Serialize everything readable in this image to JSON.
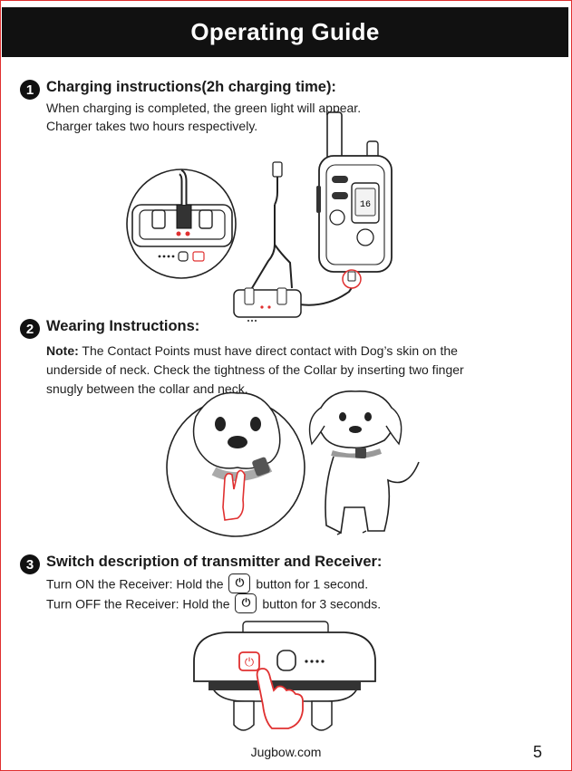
{
  "header": {
    "title": "Operating Guide"
  },
  "section1": {
    "number": "1",
    "heading": "Charging instructions(2h charging time):",
    "lines": [
      "When charging is completed, the green light will appear.",
      "Charger takes two hours respectively."
    ],
    "screen_value": "16"
  },
  "section2": {
    "number": "2",
    "heading": "Wearing Instructions:",
    "note_label": "Note:",
    "line1": " The Contact Points must have direct contact with Dog’s skin on the",
    "line2": "underside of neck. Check the tightness of the Collar by inserting two finger",
    "line3": "snugly between the collar and neck."
  },
  "section3": {
    "number": "3",
    "heading": "Switch description of transmitter and Receiver:",
    "on_before": "Turn ON the Receiver: Hold the",
    "on_after": "button for 1 second.",
    "off_before": "Turn OFF the Receiver: Hold the",
    "off_after": "button for 3 seconds."
  },
  "power_icon": "power-icon",
  "colors": {
    "accent": "#e03030",
    "header_bg": "#111111"
  },
  "footer": {
    "site": "Jugbow.com",
    "page": "5"
  }
}
